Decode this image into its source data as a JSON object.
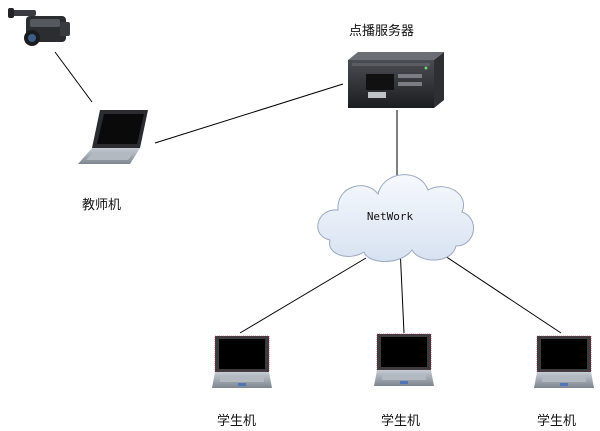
{
  "diagram": {
    "server_label": "点播服务器",
    "teacher_label": "教师机",
    "network_label": "NetWork",
    "students": [
      {
        "label": "学生机"
      },
      {
        "label": "学生机"
      },
      {
        "label": "学生机"
      }
    ]
  },
  "icons": {
    "camera": "video-camera-icon",
    "teacher": "laptop-icon",
    "server": "rack-server-icon",
    "network": "cloud-icon",
    "student": "laptop-icon"
  },
  "colors": {
    "line": "#000000",
    "cloud_fill": "#e6eef8",
    "cloud_stroke": "#9aa9c2",
    "screen": "#000000",
    "laptop_body": "#9aa0a8"
  }
}
